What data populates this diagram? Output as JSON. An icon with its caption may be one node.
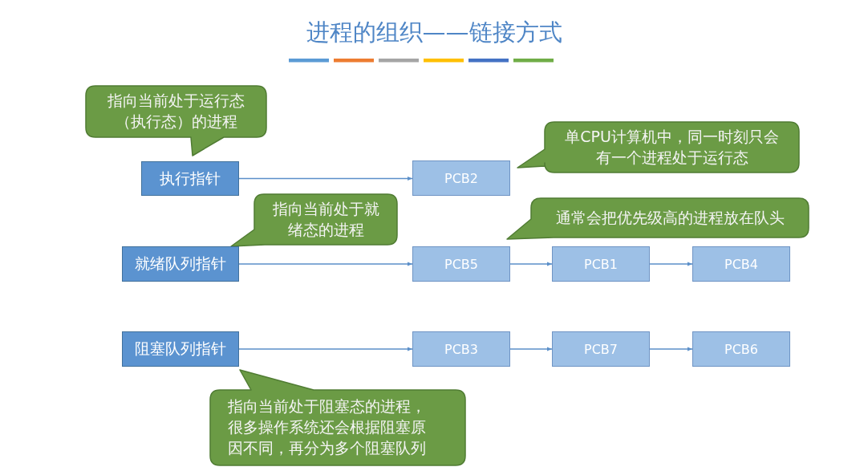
{
  "diagram": {
    "title": "进程的组织——链接方式",
    "nodes": [
      {
        "text": [
          "指向当前处于运行态（执行态）的进程"
        ]
      },
      {
        "text": [
          "执行指针"
        ]
      },
      {
        "text": [
          "PCB2"
        ]
      },
      {
        "text": [
          "单CPU计算机中，同一时刻只会有一个进程处于运行态"
        ]
      },
      {
        "text": [
          "指向当前处于就绪态的进程"
        ]
      },
      {
        "text": [
          "通常会把优先级高的进程放在队头"
        ]
      },
      {
        "text": [
          "就绪队列指针"
        ]
      },
      {
        "text": [
          "PCB5"
        ]
      },
      {
        "text": [
          "PCB1"
        ]
      },
      {
        "text": [
          "PCB4"
        ]
      },
      {
        "text": [
          "阻塞队列指针"
        ]
      },
      {
        "text": [
          "PCB3"
        ]
      },
      {
        "text": [
          "PCB7"
        ]
      },
      {
        "text": [
          "PCB6"
        ]
      },
      {
        "text": [
          "指向当前处于阻塞态的进程，很多操作系统还会根据阻塞原因不同，再分为多个阻塞队列"
        ]
      }
    ],
    "edges": [
      {
        "from": 1,
        "to": 2,
        "arrow": "to"
      },
      {
        "from": 6,
        "to": 7,
        "arrow": "to"
      },
      {
        "from": 7,
        "to": 8,
        "arrow": "to"
      },
      {
        "from": 8,
        "to": 9,
        "arrow": "to"
      },
      {
        "from": 10,
        "to": 11,
        "arrow": "to"
      },
      {
        "from": 11,
        "to": 12,
        "arrow": "to"
      },
      {
        "from": 12,
        "to": 13,
        "arrow": "to"
      }
    ]
  }
}
